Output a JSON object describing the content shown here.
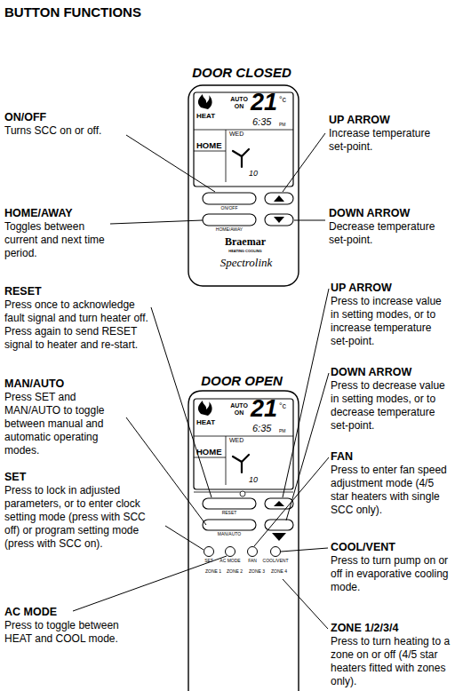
{
  "diagram": {
    "title": "BUTTON FUNCTIONS",
    "labels": [
      "DOOR CLOSED",
      "ON/OFF",
      "Turns SCC on or off.",
      "HOME/AWAY",
      "Toggles between current and next time period.",
      "UP ARROW",
      "Increase temperature set-point.",
      "DOWN ARROW",
      "Decrease temperature set-point.",
      "DOOR OPEN",
      "RESET",
      "Press once to acknowledge fault signal and turn heater off. Press again to send RESET signal to heater and re-start.",
      "MAN/AUTO",
      "Press SET and MAN/AUTO to toggle between manual and automatic operating modes.",
      "SET",
      "Press to lock in adjusted parameters, or to enter clock setting mode (press with SCC off) or program setting mode (press with SCC on).",
      "AC MODE",
      "Press to toggle between HEAT and COOL mode.",
      "UP ARROW",
      "Press to increase value in setting modes, or to increase temperature set-point.",
      "DOWN ARROW",
      "Press to decrease value in setting modes, or to decrease temperature set-point.",
      "FAN",
      "Press to enter fan speed adjustment mode (4/5 star heaters with single SCC only).",
      "COOL/VENT",
      "Press to turn pump on or off in evaporative cooling mode.",
      "ZONE 1/2/3/4",
      "Press to turn heating to a zone on or off (4/5 star heaters fitted with zones only).",
      "AUTO ON",
      "21",
      "°c",
      "HEAT",
      "6:35",
      "PM",
      "WED",
      "HOME",
      "10",
      "ON/OFF",
      "HOME/AWAY",
      "Braemar",
      "HEATING COOLING",
      "Spectrolink",
      "AUTO ON",
      "21",
      "°c",
      "HEAT",
      "6:35",
      "PM",
      "WED",
      "HOME",
      "10",
      "RESET",
      "MAN/AUTO",
      "SET",
      "AC MODE",
      "FAN",
      "COOL/VENT",
      "ZONE 1",
      "ZONE 2",
      "ZONE 3",
      "ZONE 4"
    ]
  }
}
